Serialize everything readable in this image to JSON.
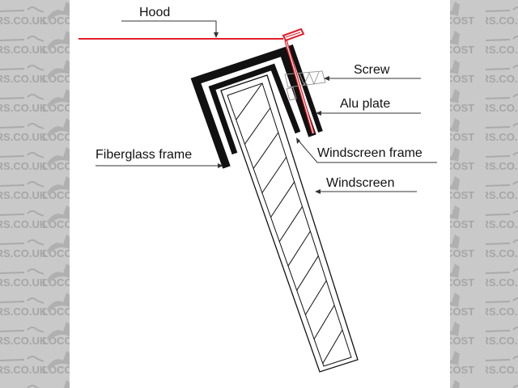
{
  "watermark": {
    "text_left": "ERS.CO.UK",
    "text_right": "LOCOST",
    "background": "#c9c9c9",
    "ink": "#a6a6a6"
  },
  "labels": {
    "hood": "Hood",
    "screw": "Screw",
    "alu_plate": "Alu plate",
    "fiberglass_frame": "Fiberglass frame",
    "windscreen_frame": "Windscreen frame",
    "windscreen": "Windscreen"
  },
  "colors": {
    "hood": "#e0202a",
    "frame": "#111111",
    "screw": "#9a9a9a"
  }
}
